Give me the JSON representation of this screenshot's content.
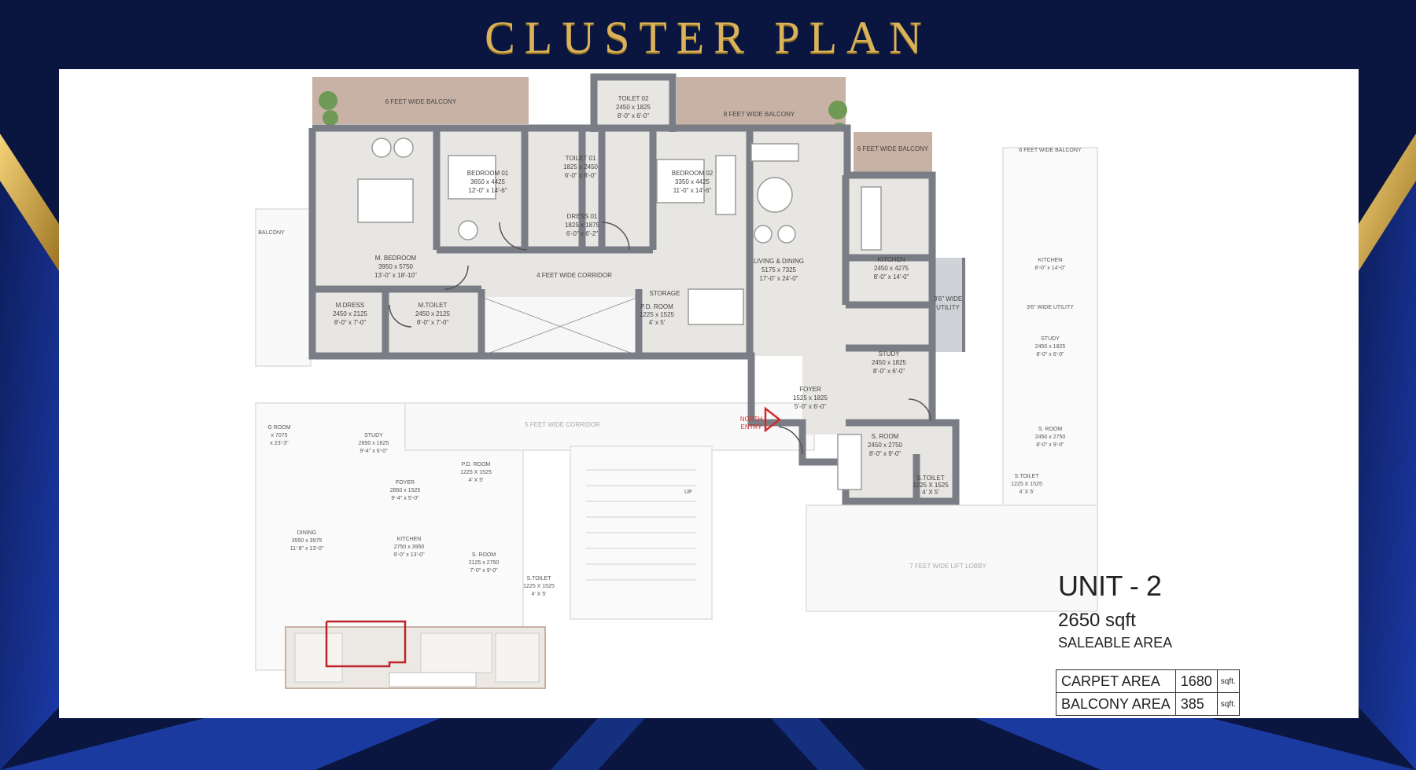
{
  "page": {
    "title": "CLUSTER PLAN"
  },
  "unit": {
    "name": "UNIT - 2",
    "saleable_sqft": "2650 sqft",
    "saleable_label": "SALEABLE AREA"
  },
  "areas": [
    {
      "label": "CARPET AREA",
      "value": "1680",
      "unit": "sqft."
    },
    {
      "label": "BALCONY AREA",
      "value": "385",
      "unit": "sqft."
    }
  ],
  "rooms": {
    "balcony_6ft_left": "6 FEET WIDE BALCONY",
    "balcony_8ft": "8 FEET WIDE BALCONY",
    "balcony_6ft_right": "6 FEET WIDE BALCONY",
    "toilet02": {
      "name": "TOILET 02",
      "mm": "2450 x 1825",
      "ft": "8'-0\" x 6'-0\""
    },
    "toilet01": {
      "name": "TOILET 01",
      "mm": "1825 x 2450",
      "ft": "6'-0\" x 8'-0\""
    },
    "bedroom01": {
      "name": "BEDROOM 01",
      "mm": "3650 x 4425",
      "ft": "12'-0\" x 14'-6\""
    },
    "bedroom02": {
      "name": "BEDROOM 02",
      "mm": "3350 x 4425",
      "ft": "11'-0\" x 14'-6\""
    },
    "dress01": {
      "name": "DRESS 01",
      "mm": "1825 x 1875",
      "ft": "6'-0\" x 6'-2\""
    },
    "mbedroom": {
      "name": "M. BEDROOM",
      "mm": "3950 x 5750",
      "ft": "13'-0\" x 18'-10\""
    },
    "corridor4": "4 FEET WIDE CORRIDOR",
    "living": {
      "name": "LIVING & DINING",
      "mm": "5175 x 7325",
      "ft": "17'-0\" x 24'-0\""
    },
    "kitchen": {
      "name": "KITCHEN",
      "mm": "2450 x 4275",
      "ft": "8'-0\" x 14'-0\""
    },
    "mdress": {
      "name": "M.DRESS",
      "mm": "2450 x 2125",
      "ft": "8'-0\" x 7'-0\""
    },
    "mtoilet": {
      "name": "M.TOILET",
      "mm": "2450 x 2125",
      "ft": "8'-0\" x 7'-0\""
    },
    "storage": "STORAGE",
    "pdroom": {
      "name": "P.D. ROOM",
      "mm": "1225 x 1525",
      "ft": "4' x 5'"
    },
    "study": {
      "name": "STUDY",
      "mm": "2450 x 1825",
      "ft": "8'-0\" x 6'-0\""
    },
    "utility": {
      "name": "3'6\" WIDE",
      "sub": "UTILITY"
    },
    "foyer": {
      "name": "FOYER",
      "mm": "1525 x 1825",
      "ft": "5'-0\" x 6'-0\""
    },
    "sroom": {
      "name": "S. ROOM",
      "mm": "2450 x 2750",
      "ft": "8'-0\" x 9'-0\""
    },
    "stoilet": {
      "name": "S.TOILET",
      "mm": "1225 X 1525",
      "ft": "4' X 5'"
    },
    "corridor5": "5 FEET WIDE CORRIDOR",
    "entry": {
      "line1": "NORTH",
      "line2": "ENTRY"
    },
    "lobby7": "7 FEET WIDE LIFT LOBBY"
  },
  "ghost": {
    "balcony_l": "BALCONY",
    "balcony_r": "6 FEET WIDE BALCONY",
    "kitchen_r": {
      "name": "KITCHEN",
      "ft": "8'-0\" x 14'-0\""
    },
    "utility_r": "3'6\" WIDE UTILITY",
    "study_r": {
      "name": "STUDY",
      "mm": "2450 x 1825",
      "ft": "8'-0\" x 6'-0\""
    },
    "sroom_r": {
      "name": "S. ROOM",
      "mm": "2450 x 2750",
      "ft": "8'-0\" x 9'-0\""
    },
    "stoilet_r": {
      "name": "S.TOILET",
      "mm": "1225 X 1525",
      "ft": "4' X 5'"
    },
    "room_l": {
      "name": "G ROOM",
      "mm": "x 7075",
      "ft": "x 23'-3\""
    },
    "study_l": {
      "name": "STUDY",
      "mm": "2850 x 1825",
      "ft": "9'-4\" x 6'-0\""
    },
    "foyer_l": {
      "name": "FOYER",
      "mm": "2850 x 1525",
      "ft": "9'-4\" x 5'-0\""
    },
    "pdroom_l": {
      "name": "P.D. ROOM",
      "mm": "1225 X 1525",
      "ft": "4' X 5'"
    },
    "dining_l": {
      "name": "DINING",
      "mm": "3550 x 3975",
      "ft": "11'-8\" x 13'-0\""
    },
    "kitchen_l": {
      "name": "KITCHEN",
      "mm": "2750 x 3950",
      "ft": "9'-0\" x 13'-0\""
    },
    "sroom_l": {
      "name": "S. ROOM",
      "mm": "2125 x 2750",
      "ft": "7'-0\" x 9'-0\""
    },
    "stoilet_l": {
      "name": "S.TOILET",
      "mm": "1225 X 1525",
      "ft": "4' X 5'"
    },
    "up": "UP"
  },
  "colors": {
    "navy": "#0a1640",
    "gold": "#d9b25a",
    "wall": "#7a7d85",
    "floor": "#e8e6e2",
    "balcony": "#c8b2a6",
    "highlight": "#c0222a"
  }
}
